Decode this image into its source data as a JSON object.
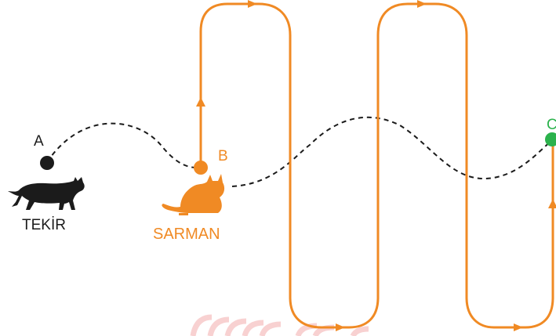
{
  "points": {
    "a": "A",
    "b": "B",
    "c": "C"
  },
  "cats": {
    "tekir": "TEKİR",
    "sarman": "SARMAN"
  },
  "colors": {
    "black": "#1b1b1b",
    "orange": "#f08a24",
    "green": "#2bb24c",
    "watermark": "#f7c9c9"
  },
  "icons": {
    "tekir": "black-cat-walking-icon",
    "sarman": "orange-cat-sitting-icon"
  }
}
